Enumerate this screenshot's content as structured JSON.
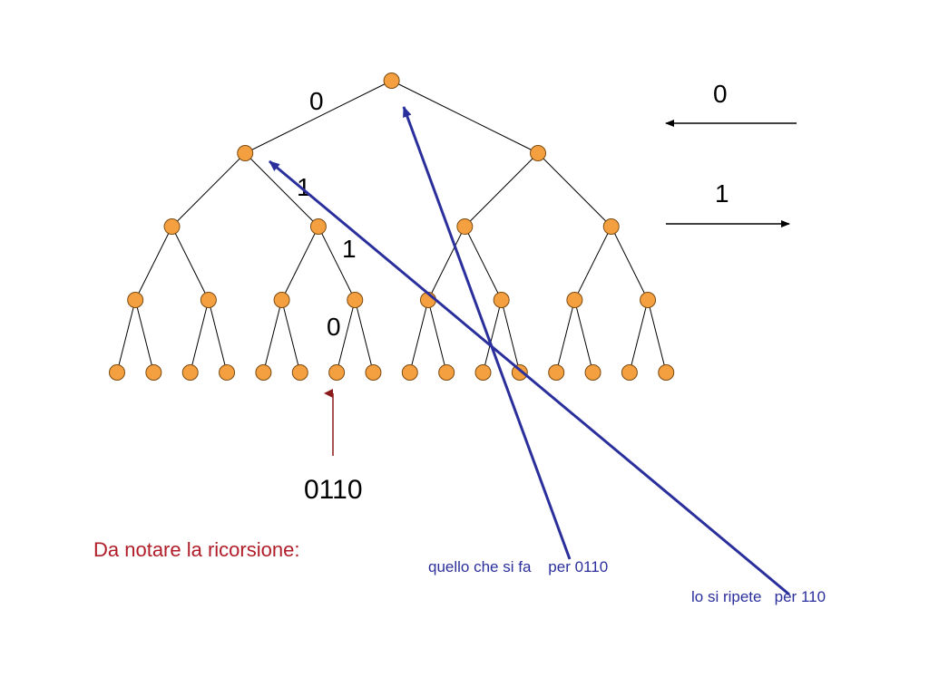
{
  "diagram": {
    "edge_labels": [
      "0",
      "1",
      "1",
      "0"
    ],
    "path_code": "0110",
    "legend": {
      "left_label": "0",
      "right_label": "1"
    },
    "notes": {
      "recursion": "Da notare la ricorsione:",
      "first": "quello che si fa    per 0110",
      "second": "lo si ripete   per 110"
    },
    "colors": {
      "node_fill": "#f5a040",
      "node_stroke": "#7a4a10",
      "edge": "#000000",
      "pointer_arrow": "#8b1a1a",
      "blue_arrow": "#2b2f9c",
      "red_text": "#b01d28"
    },
    "tree": {
      "depth": 4,
      "highlighted_leaf": "0110"
    }
  }
}
